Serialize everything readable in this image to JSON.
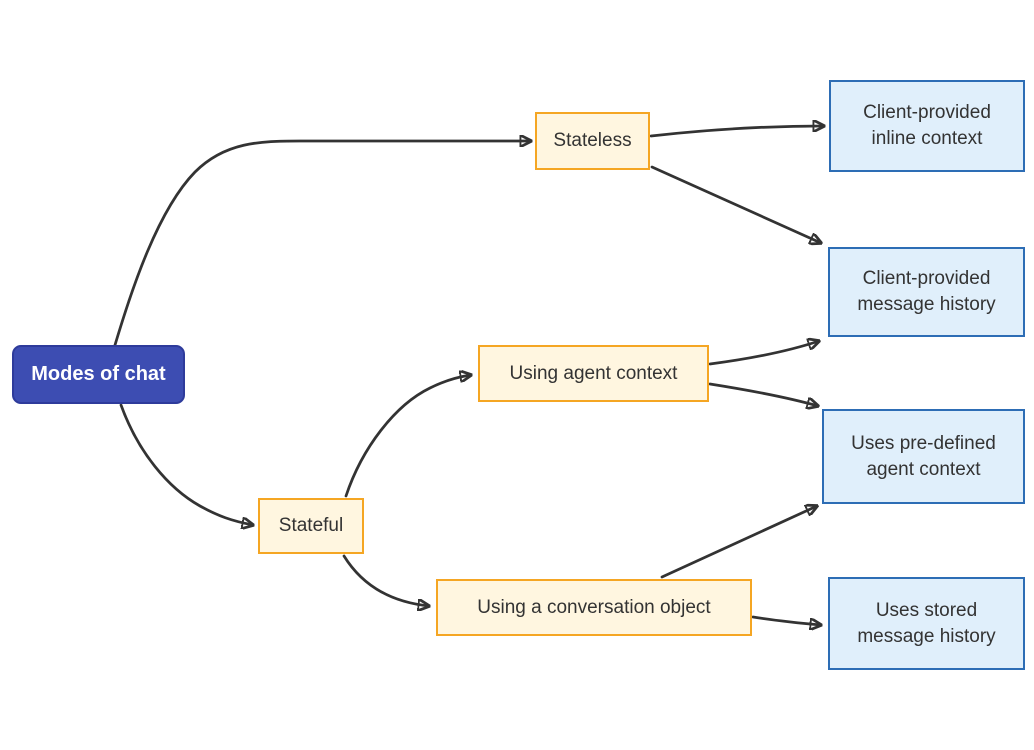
{
  "diagram": {
    "type": "flowchart",
    "direction": "left-to-right",
    "title": "Modes of chat",
    "nodes": {
      "root": {
        "label": "Modes of chat",
        "role": "root",
        "fill": "#3D4DB2",
        "border": "#2E3B9B",
        "text_color": "#ffffff"
      },
      "stateless": {
        "label": "Stateless",
        "role": "branch",
        "fill": "#FFF6E0",
        "border": "#F5A623"
      },
      "stateful": {
        "label": "Stateful",
        "role": "branch",
        "fill": "#FFF6E0",
        "border": "#F5A623"
      },
      "agent_context": {
        "label": "Using agent context",
        "role": "branch",
        "fill": "#FFF6E0",
        "border": "#F5A623"
      },
      "conversation_object": {
        "label": "Using a conversation object",
        "role": "branch",
        "fill": "#FFF6E0",
        "border": "#F5A623"
      },
      "inline_context": {
        "label": "Client-provided inline context",
        "role": "leaf",
        "fill": "#E0EFFB",
        "border": "#2D6DB5"
      },
      "message_history": {
        "label": "Client-provided message history",
        "role": "leaf",
        "fill": "#E0EFFB",
        "border": "#2D6DB5"
      },
      "predefined_context": {
        "label": "Uses pre-defined agent context",
        "role": "leaf",
        "fill": "#E0EFFB",
        "border": "#2D6DB5"
      },
      "stored_history": {
        "label": "Uses stored message history",
        "role": "leaf",
        "fill": "#E0EFFB",
        "border": "#2D6DB5"
      }
    },
    "edges": [
      {
        "from": "root",
        "to": "stateless"
      },
      {
        "from": "root",
        "to": "stateful"
      },
      {
        "from": "stateless",
        "to": "inline_context"
      },
      {
        "from": "stateless",
        "to": "message_history"
      },
      {
        "from": "stateful",
        "to": "agent_context"
      },
      {
        "from": "stateful",
        "to": "conversation_object"
      },
      {
        "from": "agent_context",
        "to": "message_history"
      },
      {
        "from": "agent_context",
        "to": "predefined_context"
      },
      {
        "from": "conversation_object",
        "to": "predefined_context"
      },
      {
        "from": "conversation_object",
        "to": "stored_history"
      }
    ],
    "colors": {
      "background": "#ffffff",
      "edge_stroke": "#333333",
      "root_fill": "#3D4DB2",
      "root_border": "#2E3B9B",
      "branch_fill": "#FFF6E0",
      "branch_border": "#F5A623",
      "leaf_fill": "#E0EFFB",
      "leaf_border": "#2D6DB5",
      "node_text": "#333333"
    }
  }
}
